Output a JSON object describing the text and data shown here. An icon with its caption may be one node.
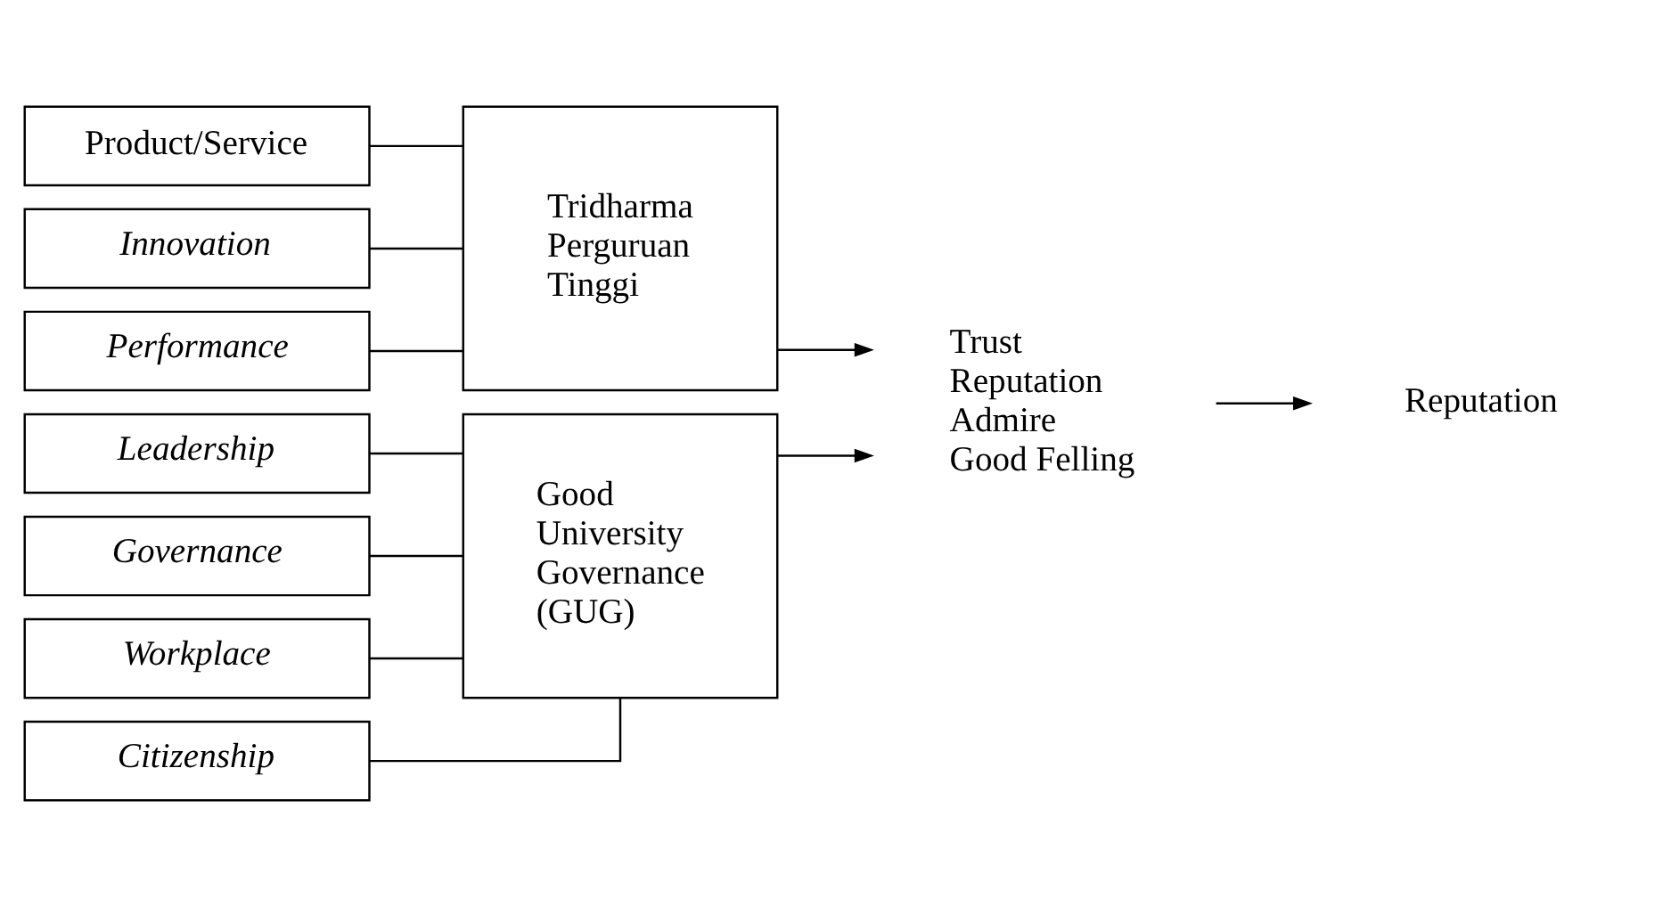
{
  "diagram": {
    "nodes": [
      {
        "text": [
          "Product/Service"
        ]
      },
      {
        "text": [
          "Innovation"
        ]
      },
      {
        "text": [
          "Performance"
        ]
      },
      {
        "text": [
          "Tridharma Perguruan Tinggi"
        ]
      },
      {
        "text": [
          "Leadership"
        ]
      },
      {
        "text": [
          "Governance"
        ]
      },
      {
        "text": [
          "Workplace"
        ]
      },
      {
        "text": [
          "Citizenship"
        ]
      },
      {
        "text": [
          "Good University Governance (GUG)"
        ]
      },
      {
        "text": [
          "Trust",
          "Reputation",
          "Admire",
          "Good Felling"
        ]
      },
      {
        "text": [
          "Reputation"
        ]
      }
    ],
    "edges": [
      {
        "from": 0,
        "to": 3,
        "arrow": "none"
      },
      {
        "from": 1,
        "to": 3,
        "arrow": "none"
      },
      {
        "from": 2,
        "to": 3,
        "arrow": "none"
      },
      {
        "from": 3,
        "to": 9,
        "arrow": "to"
      },
      {
        "from": 4,
        "to": 8,
        "arrow": "none"
      },
      {
        "from": 5,
        "to": 8,
        "arrow": "none"
      },
      {
        "from": 6,
        "to": 8,
        "arrow": "none"
      },
      {
        "from": 7,
        "to": 8,
        "arrow": "none"
      },
      {
        "from": 8,
        "to": 9,
        "arrow": "to"
      },
      {
        "from": 9,
        "to": 10,
        "arrow": "to"
      }
    ]
  }
}
